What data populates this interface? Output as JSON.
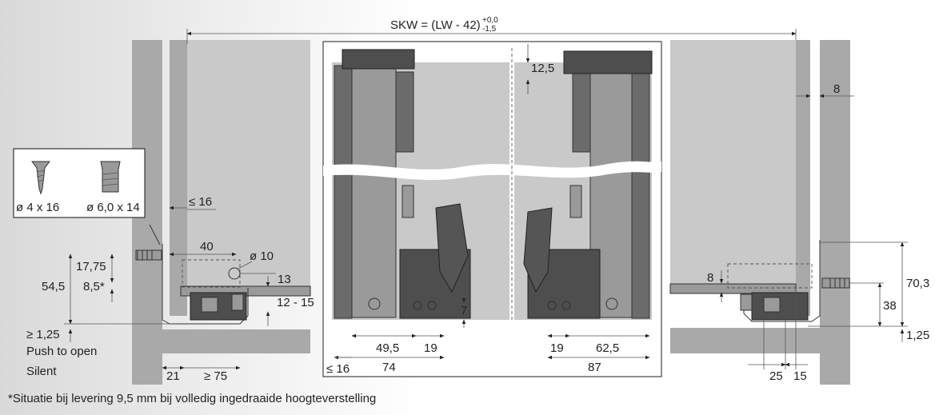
{
  "dims": {
    "skw_main": "SKW = (LW - 42)",
    "skw_tol_upper": "+0,0",
    "skw_tol_lower": "-1,5",
    "le16_top": "≤ 16",
    "d40": "40",
    "phi10": "ø 10",
    "d13": "13",
    "d12_15": "12 - 15",
    "d17_75": "17,75",
    "d54_5": "54,5",
    "d8_5": "8,5*",
    "ge1_25": "≥ 1,25",
    "push_to_open": "Push to open",
    "silent": "Silent",
    "d21": "21",
    "ge75": "≥ 75",
    "d12_5": "12,5",
    "d7": "7",
    "d49_5": "49,5",
    "d19_left": "19",
    "d74": "74",
    "le16_bottom": "≤ 16",
    "d19_right": "19",
    "d62_5": "62,5",
    "d87": "87",
    "d8_top": "8",
    "d8_mid": "8",
    "d70_3": "70,3",
    "d38": "38",
    "d1_25": "1,25",
    "d25": "25",
    "d15": "15"
  },
  "screws": {
    "small_label": "ø 4 x 16",
    "large_label": "ø 6,0 x 14"
  },
  "footnote": "*Situatie bij levering 9,5 mm bij volledig ingedraaide hoogteverstelling"
}
